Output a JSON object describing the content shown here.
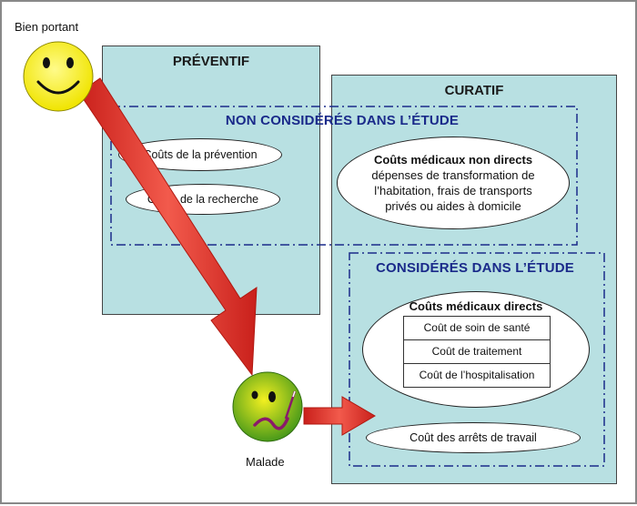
{
  "states": {
    "healthy": "Bien portant",
    "sick": "Malade"
  },
  "preventif": {
    "title": "PRÉVENTIF"
  },
  "curatif": {
    "title": "CURATIF"
  },
  "non_considered": {
    "title": "NON CONSIDÉRÉS DANS L’ÉTUDE",
    "prevention": "Coûts de la prévention",
    "research": "Coûts de la recherche",
    "indirect_title": "Coûts médicaux non directs",
    "indirect_line1": "dépenses de transformation de",
    "indirect_line2": "l’habitation, frais de transports",
    "indirect_line3": "privés ou aides à domicile"
  },
  "considered": {
    "title": "CONSIDÉRÉS DANS L’ÉTUDE",
    "direct_title": "Coûts médicaux directs",
    "direct_items": [
      "Coût de soin de santé",
      "Coût de traitement",
      "Coût de l’hospitalisation"
    ],
    "work_stop": "Coût des arrêts de travail"
  },
  "colors": {
    "box_fill": "#b8e0e2",
    "dash_border": "#1a2a8a",
    "arrow": "#e8433a",
    "smiley": "#f6ef2a"
  },
  "icons": {
    "healthy": "happy-face-icon",
    "sick": "sick-face-icon"
  }
}
